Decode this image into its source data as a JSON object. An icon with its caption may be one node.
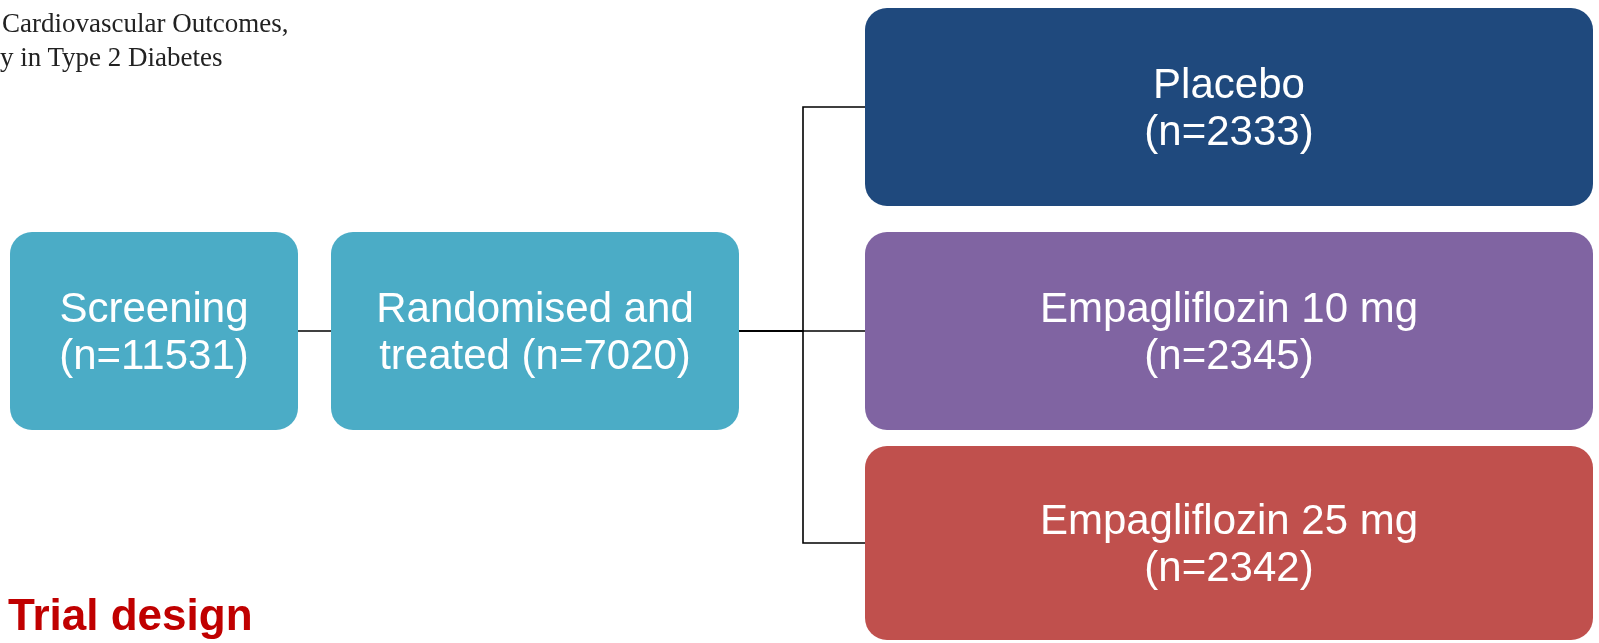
{
  "diagram": {
    "nodes": [
      {
        "text": [
          "Screening (n=11531)"
        ]
      },
      {
        "text": [
          "Randomised and treated (n=7020)"
        ]
      },
      {
        "text": [
          "Placebo (n=2333)"
        ]
      },
      {
        "text": [
          "Empagliflozin 10 mg (n=2345)"
        ]
      },
      {
        "text": [
          "Empagliflozin 25 mg (n=2342)"
        ]
      }
    ],
    "edges": [
      {
        "from": 0,
        "to": 1,
        "arrow": "none"
      },
      {
        "from": 1,
        "to": 2,
        "arrow": "none"
      },
      {
        "from": 1,
        "to": 3,
        "arrow": "none"
      },
      {
        "from": 1,
        "to": 4,
        "arrow": "none"
      }
    ],
    "labels": [
      "Cardiovascular Outcomes,",
      "y in Type 2 Diabetes",
      "Trial design"
    ]
  }
}
